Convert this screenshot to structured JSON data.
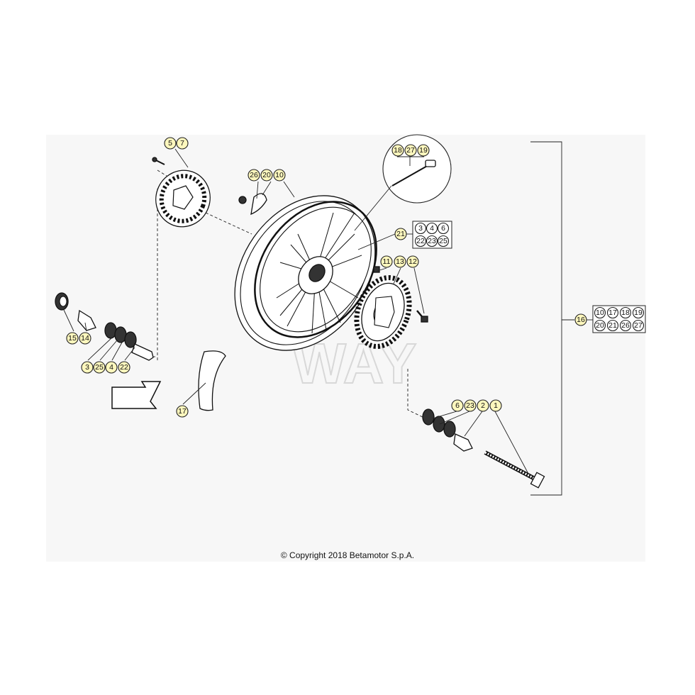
{
  "copyright": "© Copyright 2018 Betamotor S.p.A.",
  "watermark": "WAY",
  "callouts": {
    "c5": "5",
    "c7": "7",
    "c26": "26",
    "c20": "20",
    "c10": "10",
    "c18": "18",
    "c27": "27",
    "c19": "19",
    "c21": "21",
    "c11": "11",
    "c13": "13",
    "c12": "12",
    "c15": "15",
    "c14": "14",
    "c3": "3",
    "c25": "25",
    "c4": "4",
    "c22": "22",
    "c17": "17",
    "c6": "6",
    "c23": "23",
    "c2": "2",
    "c1": "1",
    "c16": "16"
  },
  "group_21": [
    "3",
    "4",
    "6",
    "22",
    "23",
    "25"
  ],
  "group_16": [
    "10",
    "17",
    "18",
    "19",
    "20",
    "21",
    "26",
    "27"
  ]
}
